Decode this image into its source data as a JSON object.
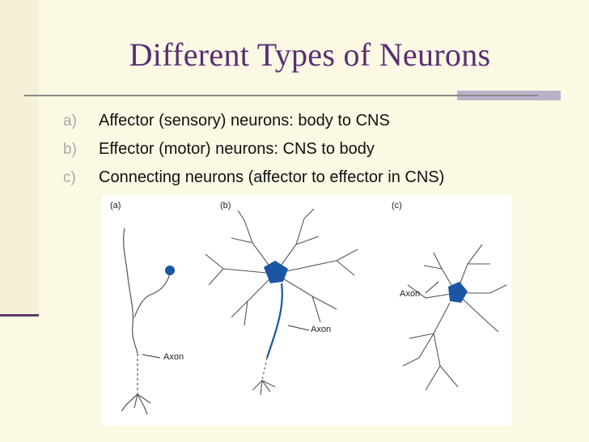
{
  "slide": {
    "title": "Different Types of Neurons",
    "bullets": [
      {
        "marker": "a)",
        "text": "Affector (sensory) neurons: body to CNS"
      },
      {
        "marker": "b)",
        "text": "Effector (motor) neurons: CNS to body"
      },
      {
        "marker": "c)",
        "text": "Connecting neurons (affector to effector in CNS)"
      }
    ]
  },
  "figure": {
    "panel_labels": [
      "(a)",
      "(b)",
      "(c)"
    ],
    "axon_label": "Axon"
  },
  "colors": {
    "background": "#fbf9e4",
    "title": "#5a2d73",
    "neuron_body": "#1b56a4",
    "neuron_line": "#555555"
  }
}
